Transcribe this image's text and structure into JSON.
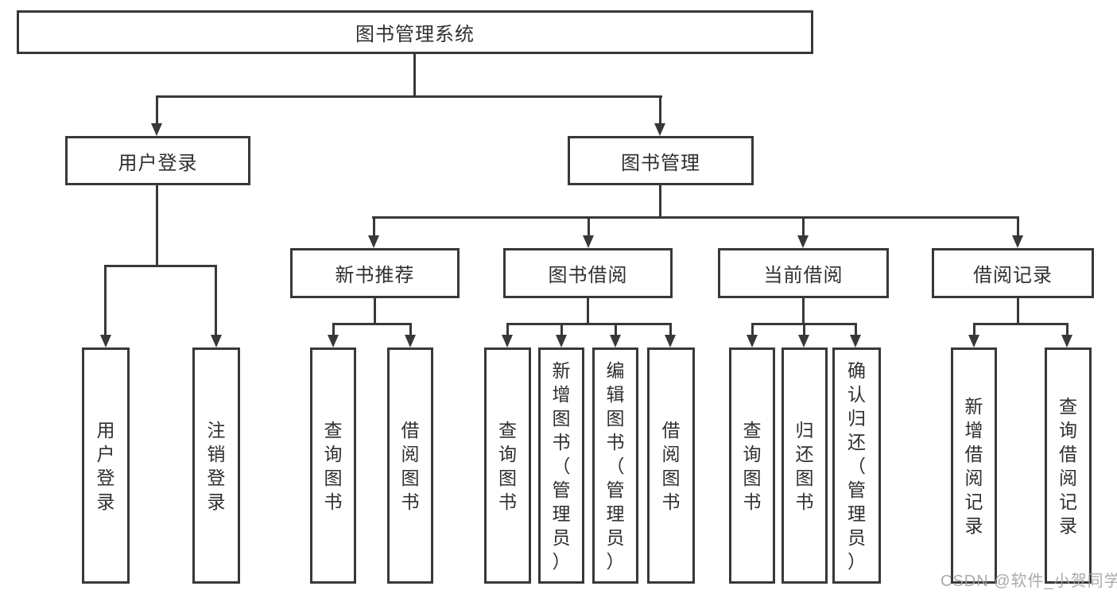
{
  "root": {
    "label": "图书管理系统"
  },
  "branches": [
    {
      "label": "用户登录",
      "children": [
        {
          "label": "用户登录"
        },
        {
          "label": "注销登录"
        }
      ]
    },
    {
      "label": "图书管理",
      "children": [
        {
          "label": "新书推荐",
          "children": [
            {
              "label": "查询图书"
            },
            {
              "label": "借阅图书"
            }
          ]
        },
        {
          "label": "图书借阅",
          "children": [
            {
              "label": "查询图书"
            },
            {
              "label": "新增图书（管理员）"
            },
            {
              "label": "编辑图书（管理员）"
            },
            {
              "label": "借阅图书"
            }
          ]
        },
        {
          "label": "当前借阅",
          "children": [
            {
              "label": "查询图书"
            },
            {
              "label": "归还图书"
            },
            {
              "label": "确认归还（管理员）"
            }
          ]
        },
        {
          "label": "借阅记录",
          "children": [
            {
              "label": "新增借阅记录"
            },
            {
              "label": "查询借阅记录"
            }
          ]
        }
      ]
    }
  ],
  "watermark": {
    "text": "CSDN @软件_小贺同学"
  },
  "colors": {
    "line": "#383838",
    "text": "#2f2f2f",
    "watermark": "#9e9e9e",
    "background": "#ffffff"
  }
}
